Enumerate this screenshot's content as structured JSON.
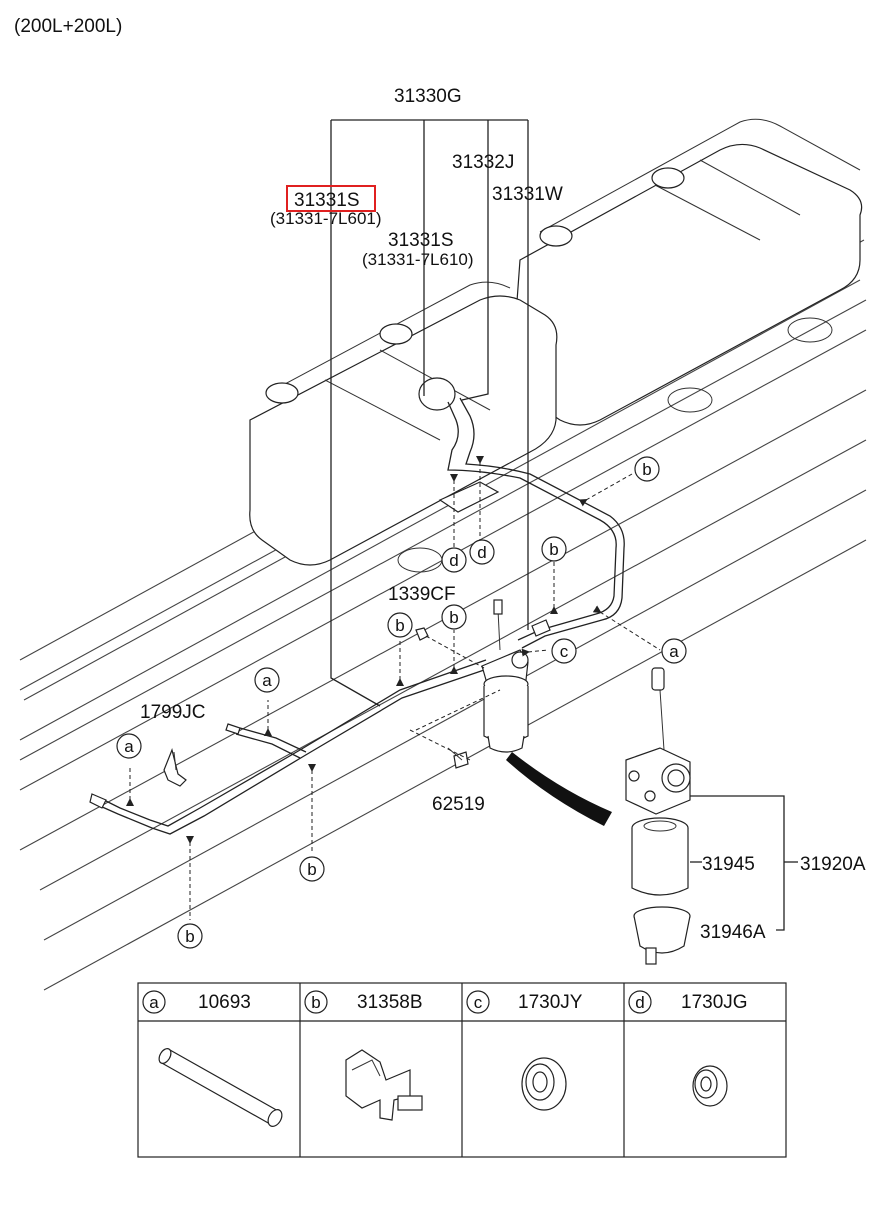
{
  "header": {
    "variant": "(200L+200L)"
  },
  "labels": {
    "assy": "31330G",
    "hose_j": "31332J",
    "hose_w": "31331W",
    "hose_s_highlight": "31331S",
    "hose_s_highlight_sub": "(31331-7L601)",
    "hose_s": "31331S",
    "hose_s_sub": "(31331-7L610)",
    "nut": "1339CF",
    "clamp_jc": "1799JC",
    "bolt": "62519",
    "filter_element": "31945",
    "filter_assy": "31920A",
    "filter_bowl": "31946A"
  },
  "callouts": {
    "a": "a",
    "b": "b",
    "c": "c",
    "d": "d"
  },
  "legend": [
    {
      "key": "a",
      "part": "10693"
    },
    {
      "key": "b",
      "part": "31358B"
    },
    {
      "key": "c",
      "part": "1730JY"
    },
    {
      "key": "d",
      "part": "1730JG"
    }
  ],
  "colors": {
    "highlight": "#e02020",
    "line": "#222222"
  }
}
